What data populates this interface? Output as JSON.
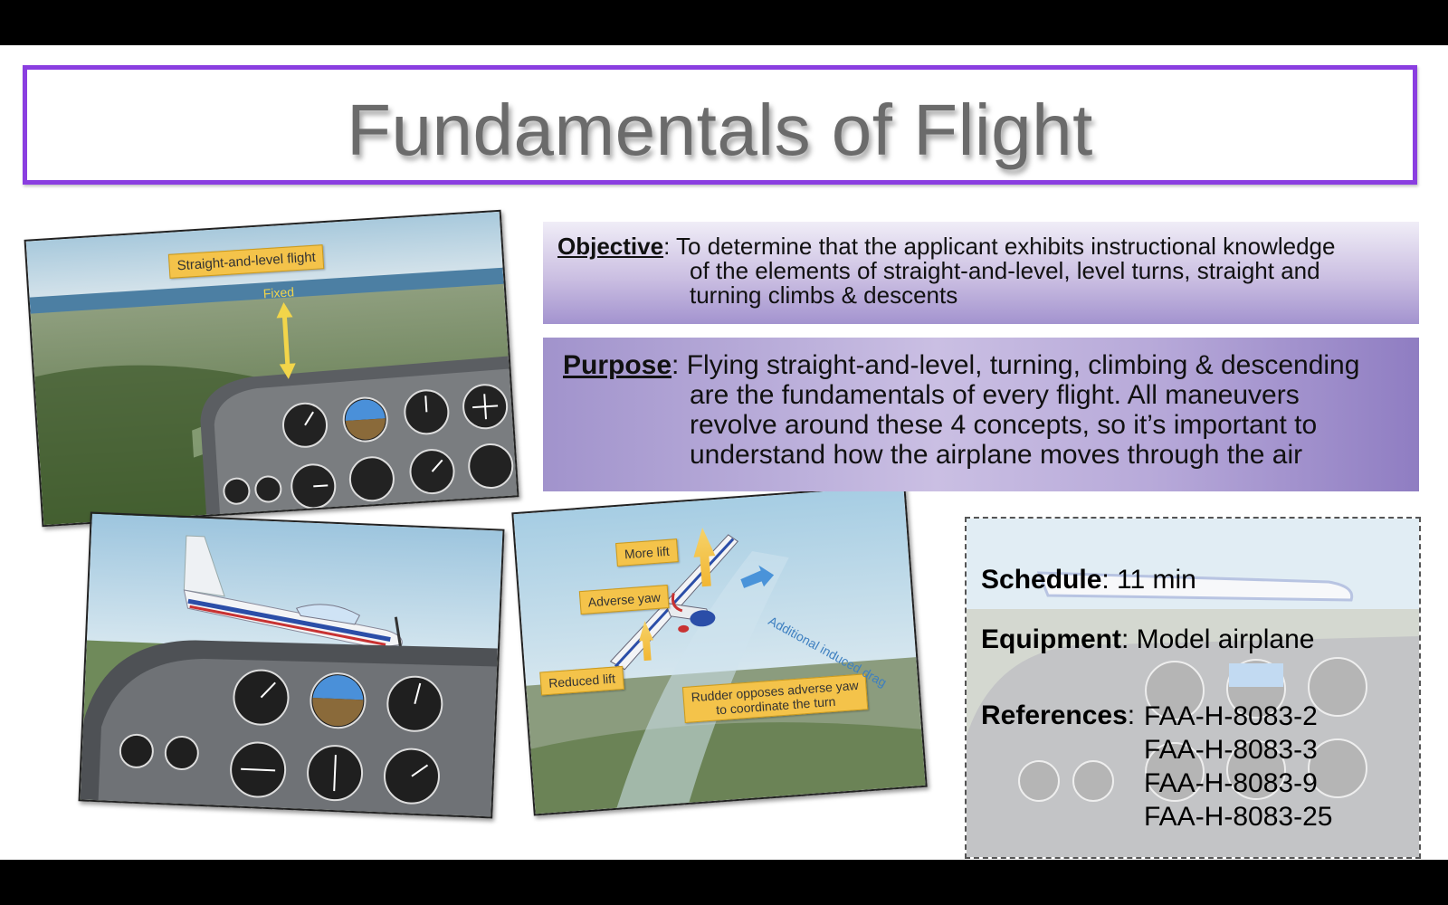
{
  "title": "Fundamentals of Flight",
  "objective": {
    "label": "Objective",
    "line1": ": To  determine that the applicant exhibits instructional knowledge",
    "lines": [
      "of the elements of straight-and-level, level turns, straight and",
      "turning climbs & descents"
    ]
  },
  "purpose": {
    "label": "Purpose",
    "line1": ": Flying straight-and-level, turning, climbing & descending",
    "lines": [
      "are the fundamentals of every flight. All maneuvers",
      "revolve around these 4 concepts, so it’s important to",
      "understand how the airplane moves through the air"
    ]
  },
  "info": {
    "schedule_label": "Schedule",
    "schedule_value": ": 11 min",
    "equipment_label": "Equipment",
    "equipment_value": ": Model airplane",
    "references_label": "References",
    "references_sep": ":",
    "references": [
      "FAA-H-8083-2",
      "FAA-H-8083-3",
      "FAA-H-8083-9",
      "FAA-H-8083-25"
    ]
  },
  "photo1": {
    "callout": "Straight-and-level flight",
    "arrow_label": "Fixed"
  },
  "photo3": {
    "callouts": [
      "More lift",
      "Adverse yaw",
      "Reduced lift"
    ],
    "rudder_note": [
      "Rudder opposes adverse yaw",
      "to coordinate the turn"
    ],
    "drag_label": "Additional induced drag"
  },
  "colors": {
    "title_border": "#8a3ee0",
    "title_text": "#6b6b6b",
    "callout": "#f4c34a",
    "drag_text": "#3d7fc0"
  }
}
